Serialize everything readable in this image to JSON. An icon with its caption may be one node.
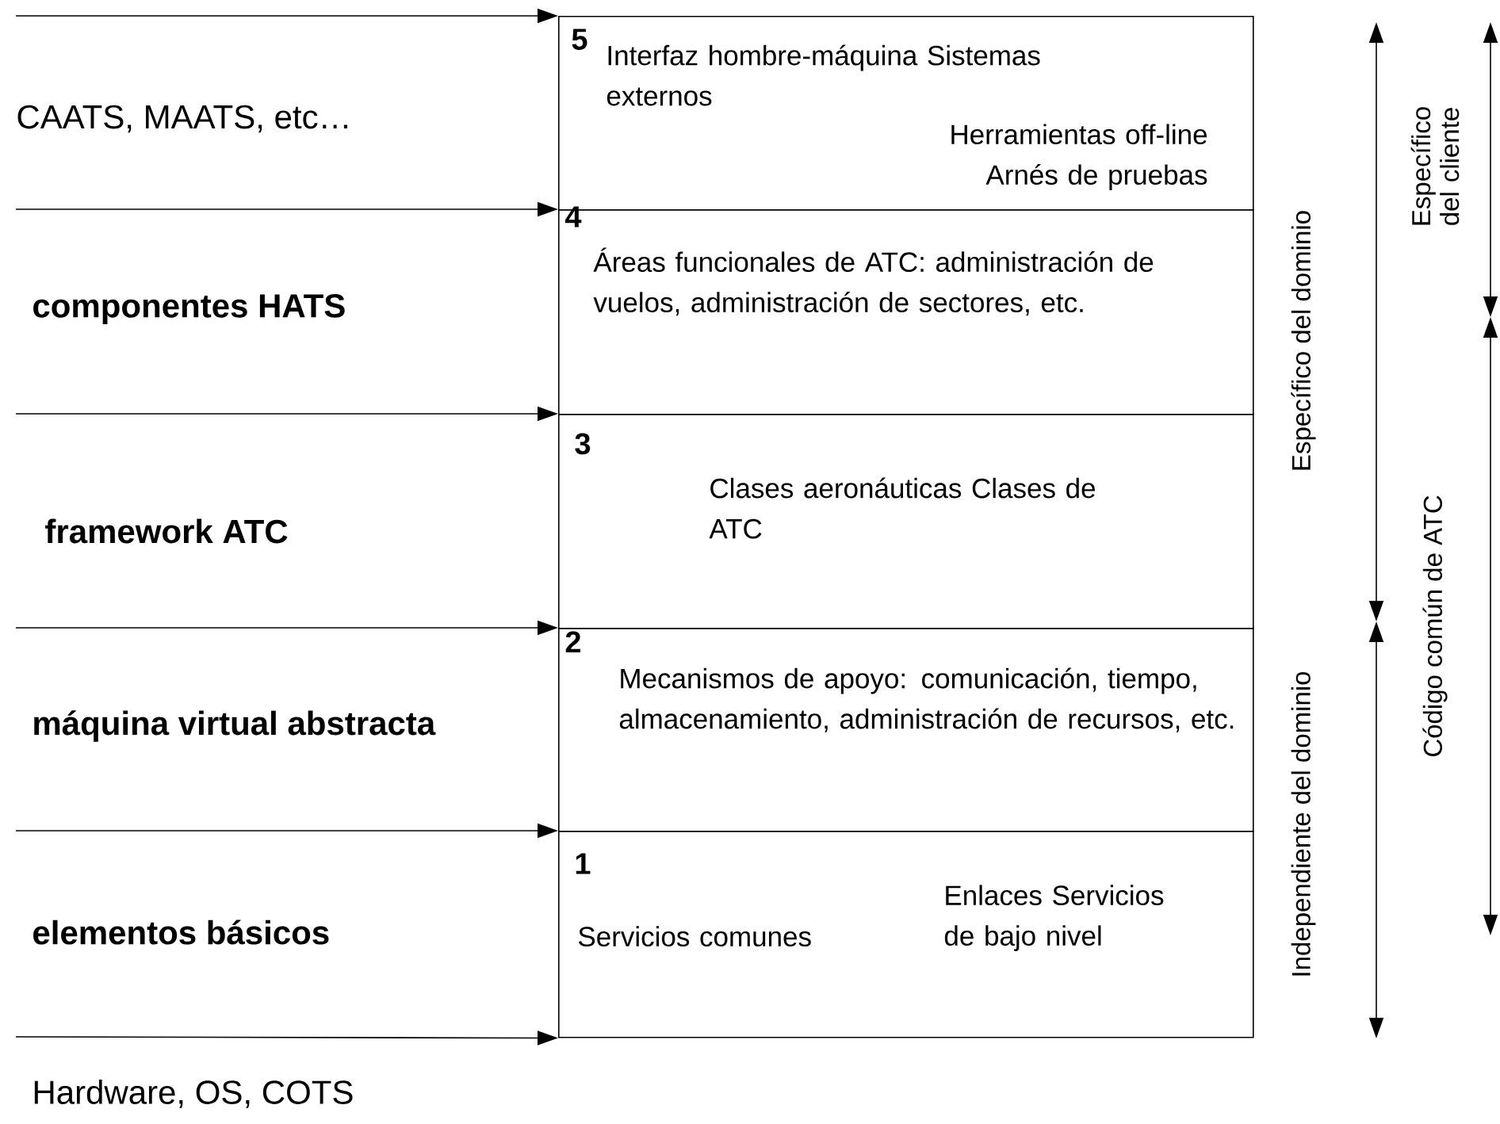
{
  "diagram": {
    "nodes": [
      {
        "text": [
          "5",
          "Interfaz hombre-máquina Sistemas externos",
          "Herramientas off-line Arnés de pruebas"
        ]
      },
      {
        "text": [
          "4",
          "Áreas funcionales de ATC: administración de vuelos, administración de sectores, etc."
        ]
      },
      {
        "text": [
          "3",
          "Clases aeronáuticas Clases de ATC"
        ]
      },
      {
        "text": [
          "2",
          "Mecanismos de apoyo: comunicación, tiempo, almacenamiento, administración de recursos, etc."
        ]
      },
      {
        "text": [
          "1",
          "Servicios comunes",
          "Enlaces Servicios de bajo nivel"
        ]
      }
    ],
    "edges": [
      {
        "from": null,
        "to": 0,
        "arrow": "to"
      },
      {
        "from": null,
        "to": 1,
        "arrow": "to"
      },
      {
        "from": null,
        "to": 2,
        "arrow": "to"
      },
      {
        "from": null,
        "to": 3,
        "arrow": "to"
      },
      {
        "from": null,
        "to": 4,
        "arrow": "to"
      },
      {
        "from": null,
        "to": 4,
        "arrow": "to"
      }
    ],
    "labels": [
      "CAATS, MAATS, etc…",
      "componentes HATS",
      "framework ATC",
      "máquina virtual abstracta",
      "elementos básicos",
      "Hardware, OS, COTS",
      "Específico del dominio",
      "Independiente del dominio",
      "Específico del cliente",
      "Código común de ATC"
    ]
  }
}
